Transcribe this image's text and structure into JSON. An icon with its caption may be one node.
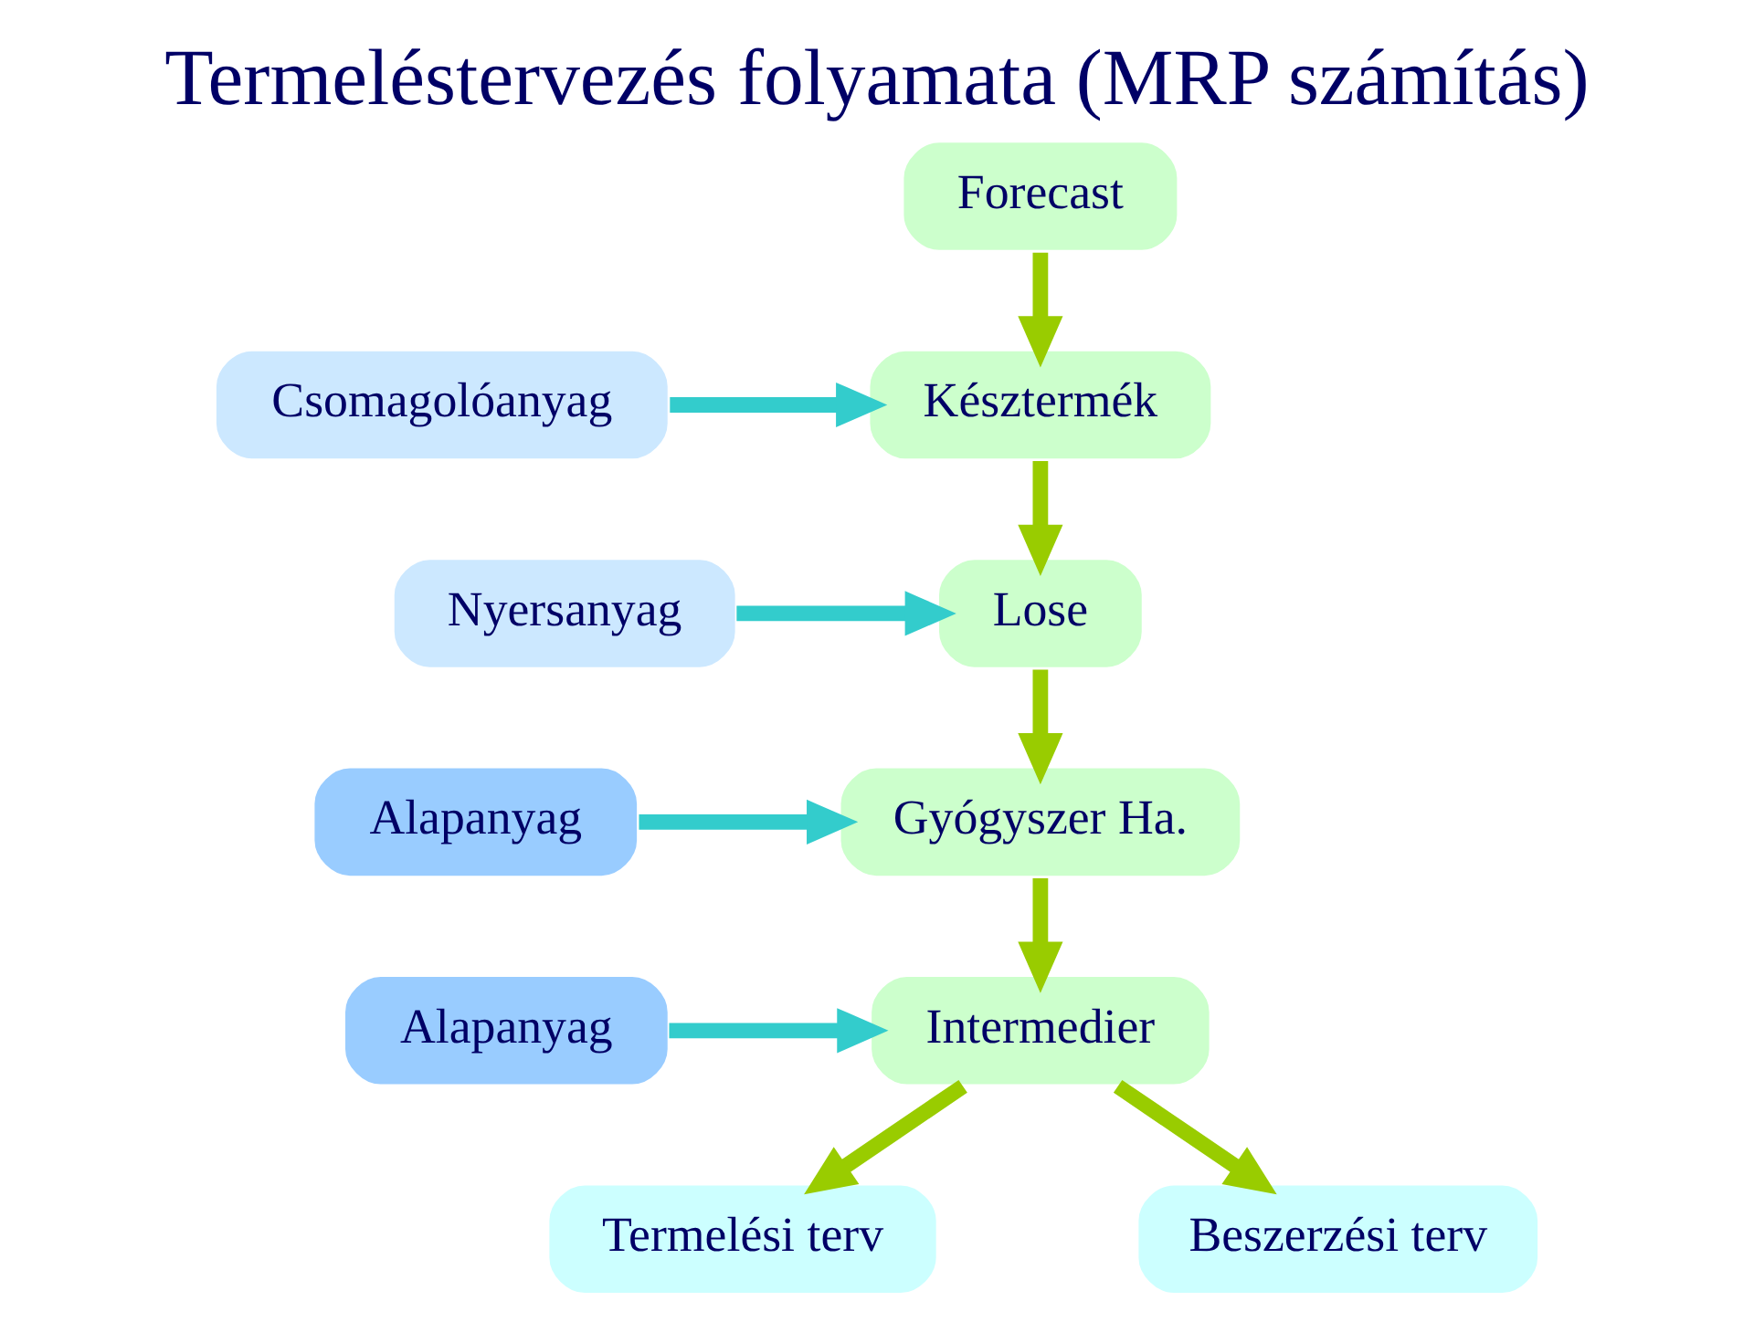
{
  "diagram": {
    "title": "Termeléstervezés folyamata (MRP számítás)",
    "nodes": [
      {
        "text": [
          "Forecast"
        ]
      },
      {
        "text": [
          "Késztermék"
        ]
      },
      {
        "text": [
          "Lose"
        ]
      },
      {
        "text": [
          "Gyógyszer Ha."
        ]
      },
      {
        "text": [
          "Intermedier"
        ]
      },
      {
        "text": [
          "Csomagolóanyag"
        ]
      },
      {
        "text": [
          "Nyersanyag"
        ]
      },
      {
        "text": [
          "Alapanyag"
        ]
      },
      {
        "text": [
          "Alapanyag"
        ]
      },
      {
        "text": [
          "Termelési terv"
        ]
      },
      {
        "text": [
          "Beszerzési terv"
        ]
      }
    ],
    "edges": [
      {
        "from": 0,
        "to": 1,
        "arrow": "to"
      },
      {
        "from": 1,
        "to": 2,
        "arrow": "to"
      },
      {
        "from": 2,
        "to": 3,
        "arrow": "to"
      },
      {
        "from": 3,
        "to": 4,
        "arrow": "to"
      },
      {
        "from": 5,
        "to": 1,
        "arrow": "to",
        "color": "#33cccc"
      },
      {
        "from": 6,
        "to": 2,
        "arrow": "to",
        "color": "#33cccc"
      },
      {
        "from": 7,
        "to": 3,
        "arrow": "to",
        "color": "#33cccc"
      },
      {
        "from": 8,
        "to": 4,
        "arrow": "to",
        "color": "#33cccc"
      },
      {
        "from": 4,
        "to": 9,
        "arrow": "to"
      },
      {
        "from": 4,
        "to": 10,
        "arrow": "to"
      }
    ]
  }
}
